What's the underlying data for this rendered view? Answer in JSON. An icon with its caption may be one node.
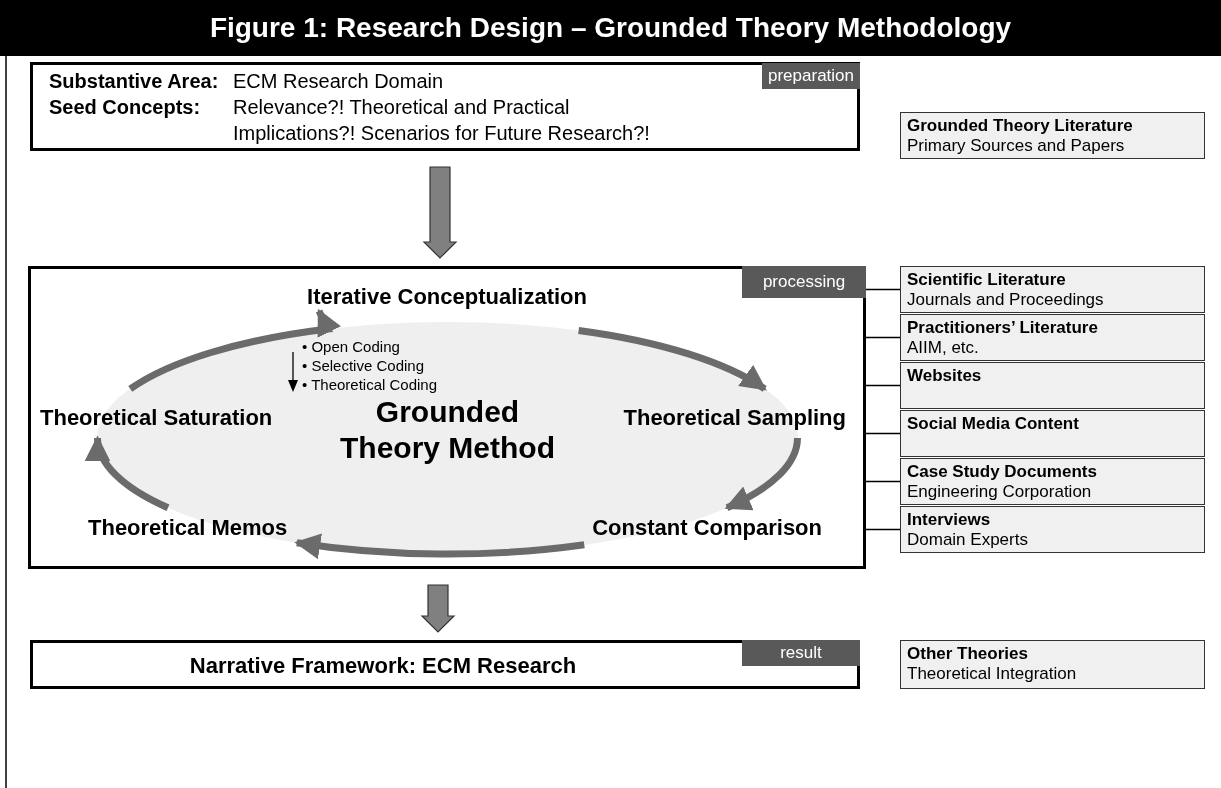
{
  "diagram": {
    "title": "Figure 1: Research Design – Grounded Theory Methodology",
    "nodes": [
      {
        "text": [
          "Substantive Area:",
          "ECM Research Domain",
          "Seed Concepts:",
          "Relevance?! Theoretical and Practical Implications?! Scenarios for Future Research?!"
        ]
      },
      {
        "text": [
          "preparation"
        ],
        "in": 0
      },
      {
        "text": [
          "Grounded Theory Literature",
          "Primary Sources and Papers"
        ]
      },
      {
        "text": [],
        "shape": "box"
      },
      {
        "text": [
          "processing"
        ],
        "in": 3
      },
      {
        "text": [
          "Iterative Conceptualization"
        ],
        "in": 3
      },
      {
        "text": [
          "Theoretical Saturation"
        ],
        "in": 3
      },
      {
        "text": [
          "Grounded Theory Method"
        ],
        "in": 3
      },
      {
        "text": [
          "Theoretical Sampling"
        ],
        "in": 3
      },
      {
        "text": [
          "Theoretical Memos"
        ],
        "in": 3
      },
      {
        "text": [
          "Constant Comparison"
        ],
        "in": 3
      },
      {
        "text": [
          "Scientific Literature",
          "Journals and Proceedings"
        ]
      },
      {
        "text": [
          "Practitioners’ Literature",
          "AIIM, etc."
        ]
      },
      {
        "text": [
          "Websites"
        ]
      },
      {
        "text": [
          "Social Media Content"
        ]
      },
      {
        "text": [
          "Case Study Documents",
          "Engineering Corporation"
        ]
      },
      {
        "text": [
          "Interviews",
          "Domain Experts"
        ]
      },
      {
        "text": [
          "Narrative Framework: ECM Research"
        ]
      },
      {
        "text": [
          "result"
        ],
        "in": 17
      },
      {
        "text": [
          "Other Theories",
          "Theoretical Integration"
        ]
      }
    ],
    "edges": [
      {
        "from": 0,
        "to": 3,
        "arrow": "to",
        "style": "thick",
        "color": "#808080"
      },
      {
        "from": 5,
        "to": 8,
        "arrow": "to",
        "style": "thick",
        "color": "#6b6b6b"
      },
      {
        "from": 8,
        "to": 10,
        "arrow": "to",
        "style": "thick",
        "color": "#6b6b6b"
      },
      {
        "from": 10,
        "to": 9,
        "arrow": "to",
        "style": "thick",
        "color": "#6b6b6b"
      },
      {
        "from": 9,
        "to": 6,
        "arrow": "to",
        "style": "thick",
        "color": "#6b6b6b"
      },
      {
        "from": 6,
        "to": 5,
        "arrow": "to",
        "style": "thick",
        "color": "#6b6b6b"
      },
      {
        "from": 11,
        "to": 3,
        "arrow": "none"
      },
      {
        "from": 12,
        "to": 3,
        "arrow": "none"
      },
      {
        "from": 13,
        "to": 3,
        "arrow": "none"
      },
      {
        "from": 14,
        "to": 3,
        "arrow": "none"
      },
      {
        "from": 15,
        "to": 3,
        "arrow": "none"
      },
      {
        "from": 16,
        "to": 3,
        "arrow": "none"
      },
      {
        "from": 3,
        "to": 17,
        "arrow": "to",
        "style": "thick",
        "color": "#808080"
      }
    ],
    "labels": [
      "• Open Coding",
      "• Selective Coding",
      "• Theoretical Coding"
    ]
  }
}
